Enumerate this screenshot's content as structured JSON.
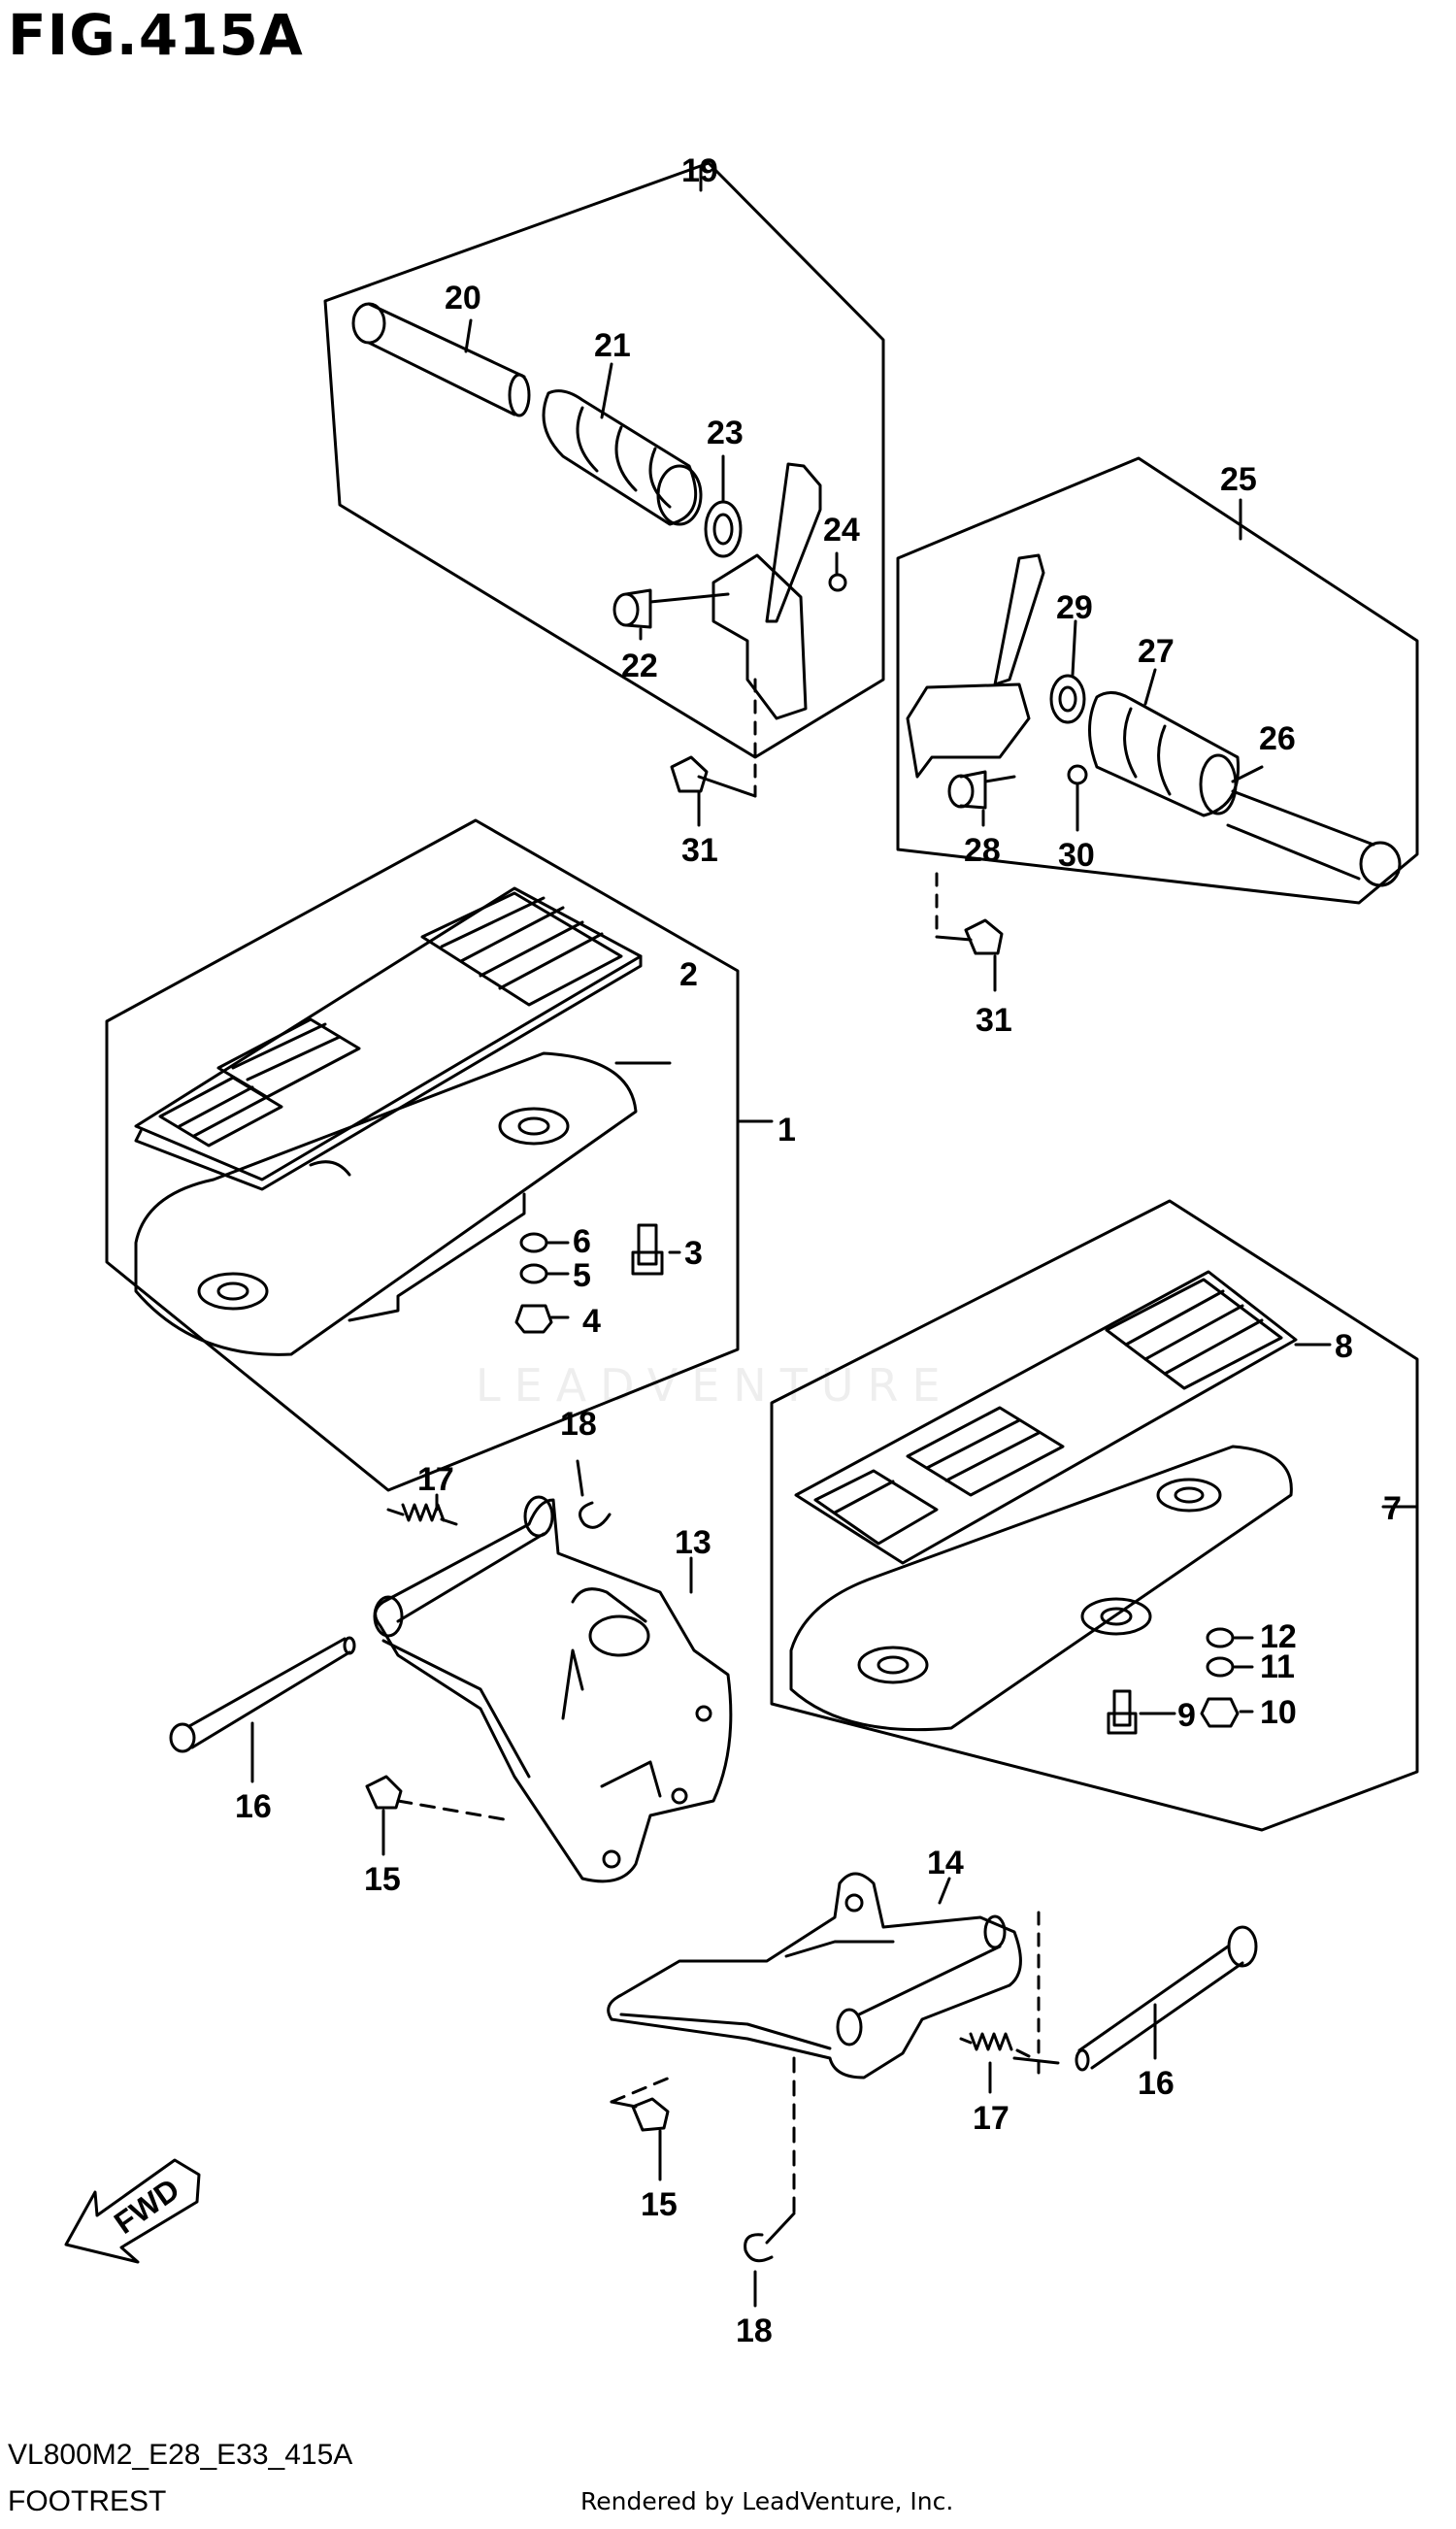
{
  "figure": {
    "title": "FIG.415A",
    "code": "VL800M2_E28_E33_415A",
    "name": "FOOTREST",
    "credit": "Rendered by LeadVenture, Inc.",
    "watermark": "LEADVENTURE",
    "direction_label": "FWD"
  },
  "callouts": {
    "c1": "1",
    "c2": "2",
    "c3": "3",
    "c4": "4",
    "c5": "5",
    "c6": "6",
    "c7": "7",
    "c8": "8",
    "c9": "9",
    "c10": "10",
    "c11": "11",
    "c12": "12",
    "c13": "13",
    "c14": "14",
    "c15a": "15",
    "c15b": "15",
    "c16a": "16",
    "c16b": "16",
    "c17a": "17",
    "c17b": "17",
    "c18a": "18",
    "c18b": "18",
    "c19": "19",
    "c20": "20",
    "c21": "21",
    "c22": "22",
    "c23": "23",
    "c24": "24",
    "c25": "25",
    "c26": "26",
    "c27": "27",
    "c28": "28",
    "c29": "29",
    "c30": "30",
    "c31a": "31",
    "c31b": "31"
  }
}
